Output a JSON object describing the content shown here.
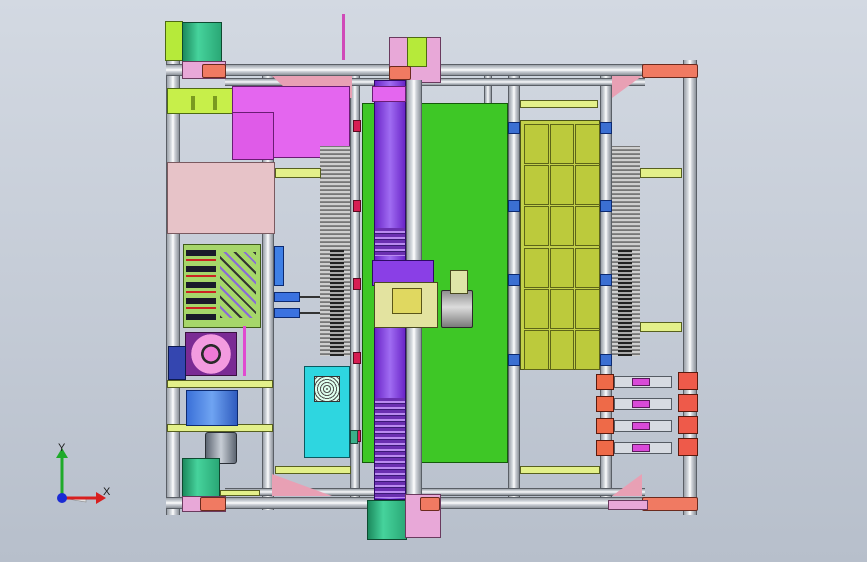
{
  "viewport": {
    "background_top": "#d3d9e2",
    "background_bottom": "#b7bfcb"
  },
  "triad": {
    "y_label": "Y",
    "x_label": "X",
    "y_color": "#1faa2a",
    "x_color": "#d81f1f",
    "origin_color": "#1a2bd4"
  },
  "colors": {
    "main_plate": "#3ec726",
    "slider_purple": "#8a3fe6",
    "magenta_plate": "#e466ef",
    "pink_panel": "#e7c3c8",
    "tray": "#c3d14a",
    "cyan_box": "#2ed6e0",
    "motor_green": "#34c08a",
    "lime_block": "#b6ea3a",
    "bracket_red": "#f07a62"
  },
  "tray": {
    "rows": 6,
    "cols": 3
  }
}
